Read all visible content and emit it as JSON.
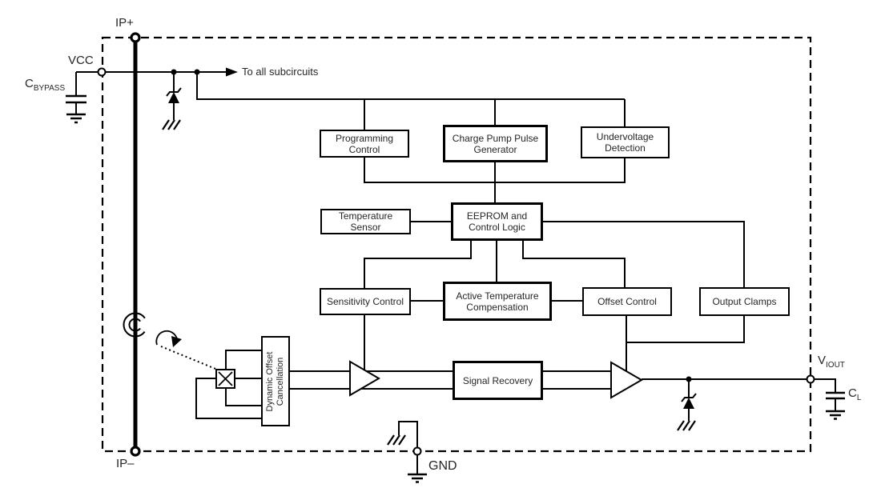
{
  "colors": {
    "line": "#000000",
    "text": "#262626",
    "background": "#ffffff"
  },
  "pins": {
    "ip_plus": "IP+",
    "ip_minus": "IP–",
    "vcc": "VCC",
    "gnd": "GND",
    "viout": {
      "main": "V",
      "sub": "IOUT"
    }
  },
  "components": {
    "c_bypass": {
      "main": "C",
      "sub": "BYPASS"
    },
    "c_load": {
      "main": "C",
      "sub": "L"
    }
  },
  "annotations": {
    "to_all_subcircuits": "To all subcircuits"
  },
  "blocks": {
    "programming_control": {
      "l1": "Programming",
      "l2": "Control"
    },
    "charge_pump": {
      "l1": "Charge Pump Pulse",
      "l2": "Generator"
    },
    "undervoltage": {
      "l1": "Undervoltage",
      "l2": "Detection"
    },
    "temperature_sensor": {
      "l1": "Temperature",
      "l2": "Sensor"
    },
    "eeprom": {
      "l1": "EEPROM and",
      "l2": "Control Logic"
    },
    "sensitivity": {
      "l1": "Sensitivity Control"
    },
    "active_temp_comp": {
      "l1": "Active Temperature",
      "l2": "Compensation"
    },
    "offset_control": {
      "l1": "Offset Control"
    },
    "output_clamps": {
      "l1": "Output Clamps"
    },
    "signal_recovery": {
      "l1": "Signal Recovery"
    },
    "dynamic_offset": {
      "l1": "Dynamic Offset",
      "l2": "Cancellation"
    }
  },
  "symbols": {
    "hall_plate": "square-with-x",
    "magnetic_coupling": "broken-ring-around-conductor",
    "rotation_indicator": "curved-arrow",
    "zener_diode": "triangle-with-z-bar",
    "earth_ground": "three-bars",
    "chassis_ground": "diagonal-hatch",
    "capacitor": "parallel-plates",
    "supply_arrow": "filled-right-arrow"
  }
}
